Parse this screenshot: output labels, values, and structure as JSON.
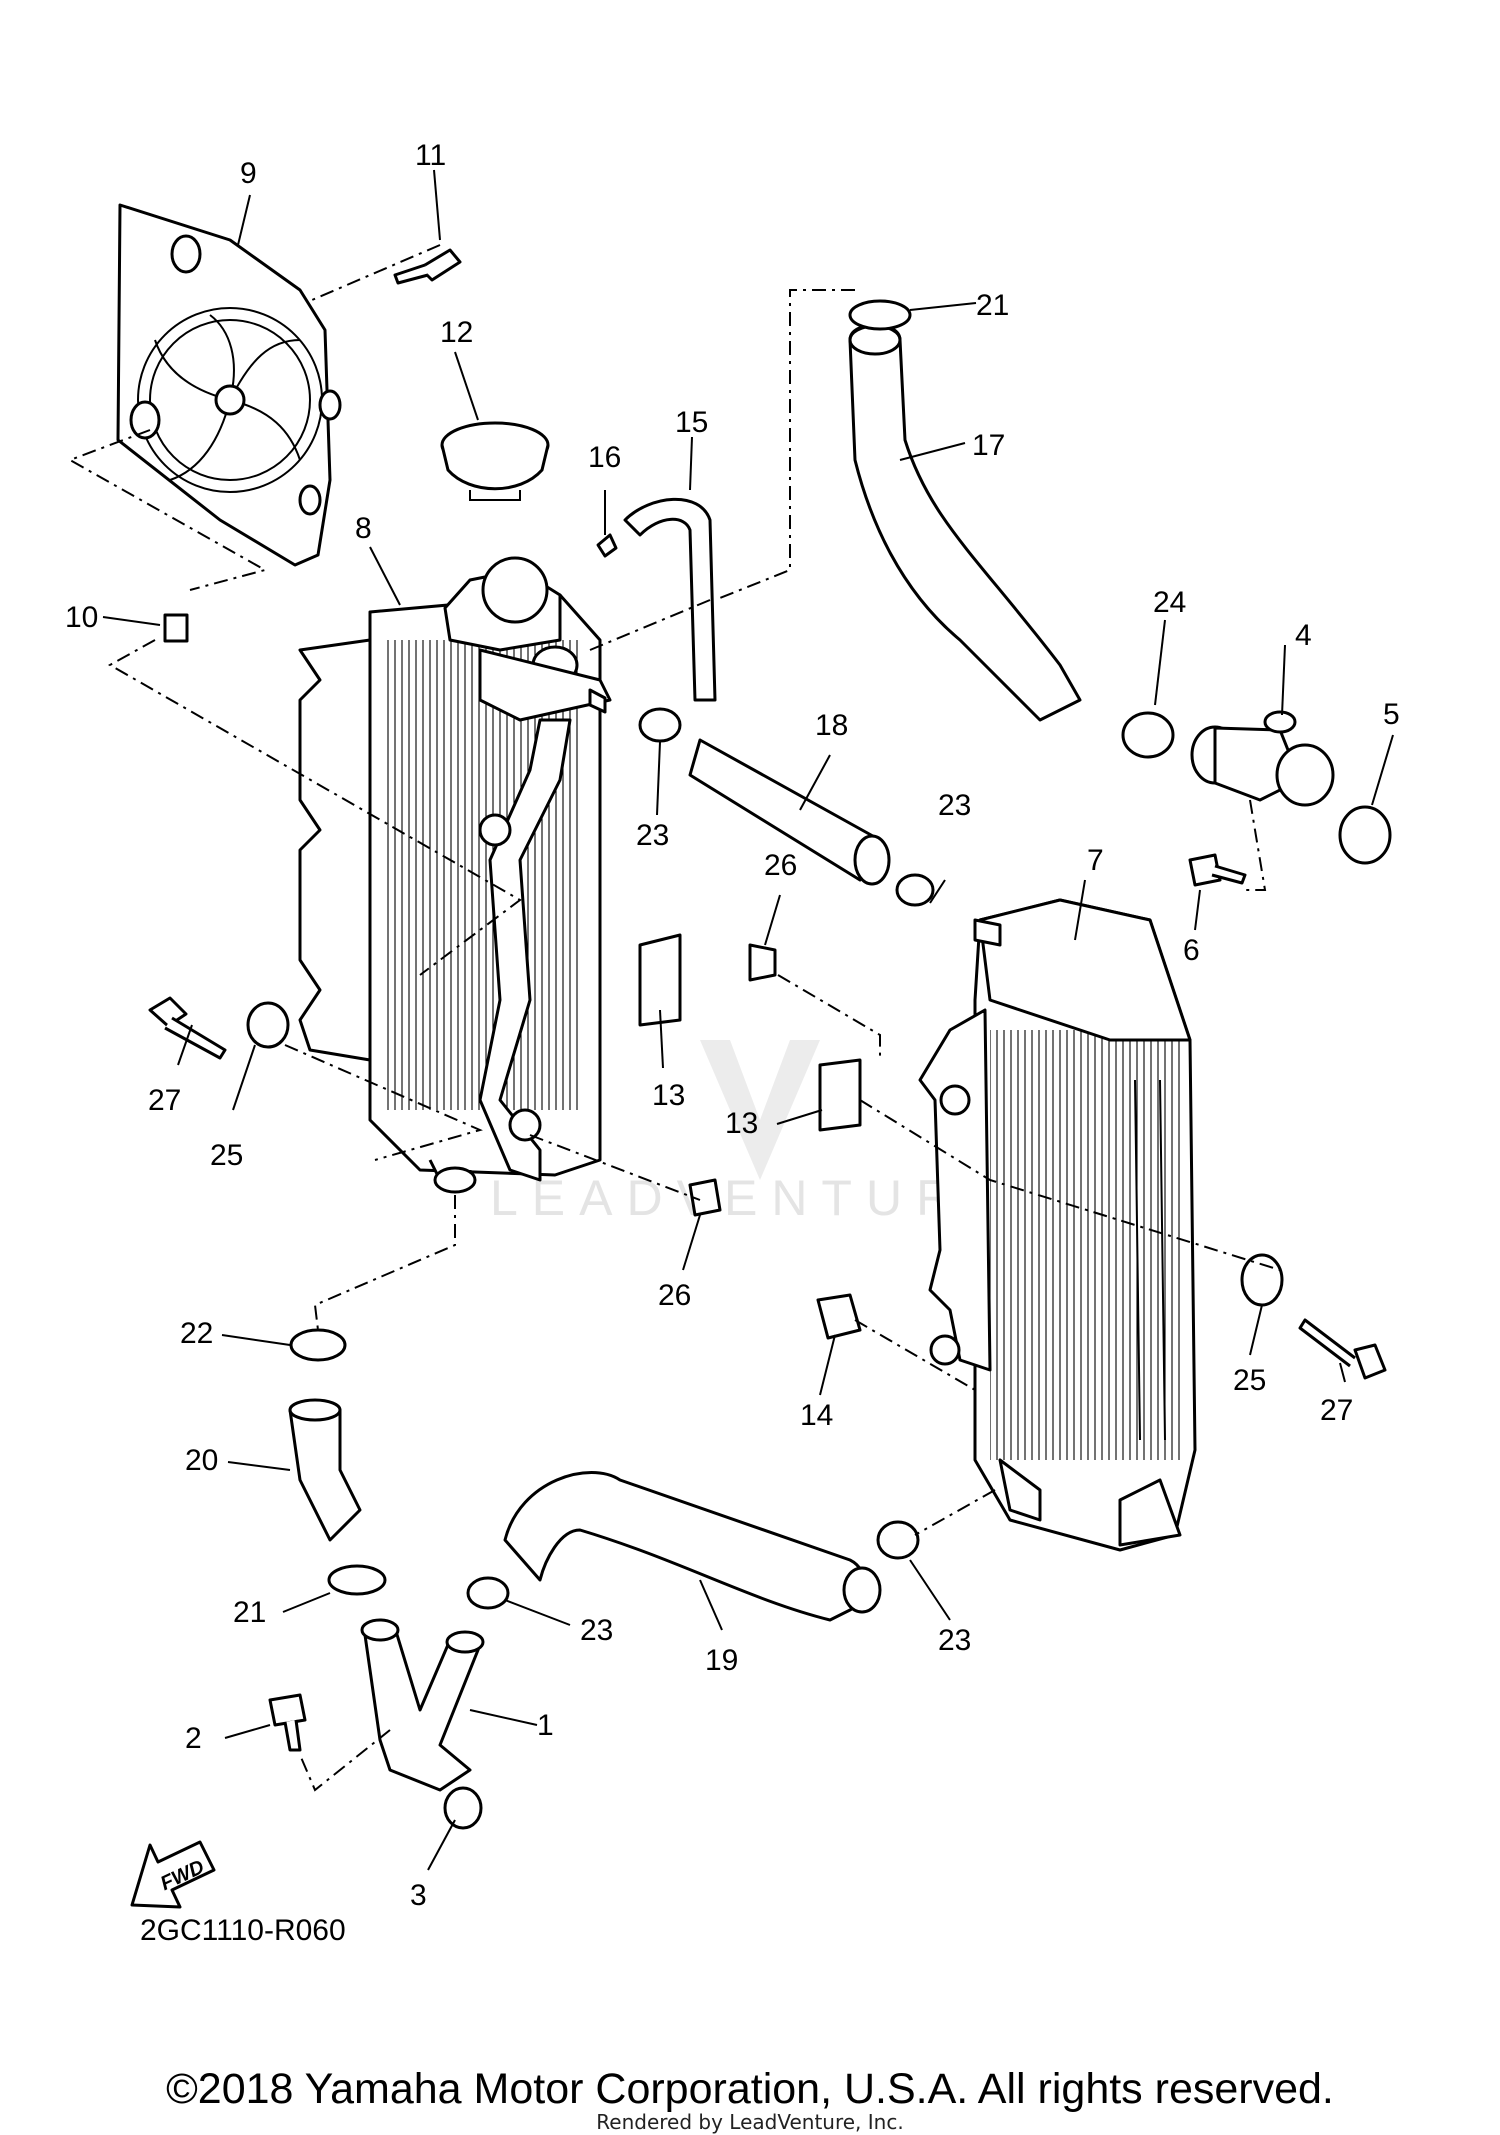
{
  "diagram": {
    "callouts": [
      {
        "number": "1"
      },
      {
        "number": "2"
      },
      {
        "number": "3"
      },
      {
        "number": "4"
      },
      {
        "number": "5"
      },
      {
        "number": "6"
      },
      {
        "number": "7"
      },
      {
        "number": "8"
      },
      {
        "number": "9"
      },
      {
        "number": "10"
      },
      {
        "number": "11"
      },
      {
        "number": "12"
      },
      {
        "number": "13"
      },
      {
        "number": "13"
      },
      {
        "number": "14"
      },
      {
        "number": "15"
      },
      {
        "number": "16"
      },
      {
        "number": "17"
      },
      {
        "number": "18"
      },
      {
        "number": "19"
      },
      {
        "number": "20"
      },
      {
        "number": "21"
      },
      {
        "number": "21"
      },
      {
        "number": "22"
      },
      {
        "number": "23"
      },
      {
        "number": "23"
      },
      {
        "number": "23"
      },
      {
        "number": "23"
      },
      {
        "number": "24"
      },
      {
        "number": "25"
      },
      {
        "number": "25"
      },
      {
        "number": "26"
      },
      {
        "number": "26"
      },
      {
        "number": "27"
      },
      {
        "number": "27"
      }
    ],
    "fwd_label": "FWD",
    "diagram_code": "2GC1110-R060",
    "watermark": "LEADVENTURE"
  },
  "footer": {
    "copyright": "©2018 Yamaha Motor Corporation, U.S.A. All rights reserved.",
    "rendered_by": "Rendered by LeadVenture, Inc."
  }
}
